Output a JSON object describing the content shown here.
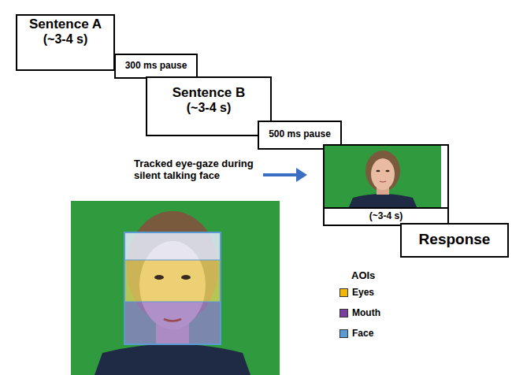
{
  "diagram": {
    "nodes": [
      {
        "text": [
          "Sentence A",
          "(~3-4 s)"
        ]
      },
      {
        "text": [
          "300 ms pause"
        ]
      },
      {
        "text": [
          "Sentence B",
          "(~3-4 s)"
        ]
      },
      {
        "text": [
          "500 ms pause"
        ]
      },
      {
        "text": [
          "(~3-4 s)"
        ]
      },
      {
        "text": [
          "Response"
        ]
      }
    ],
    "labels": [
      "Tracked eye-gaze during silent talking face",
      "AOIs"
    ],
    "legend": [
      {
        "text": "Eyes",
        "color": "#f2b705"
      },
      {
        "text": "Mouth",
        "color": "#7b3fa0"
      },
      {
        "text": "Face",
        "color": "#5b9bd5"
      }
    ]
  }
}
